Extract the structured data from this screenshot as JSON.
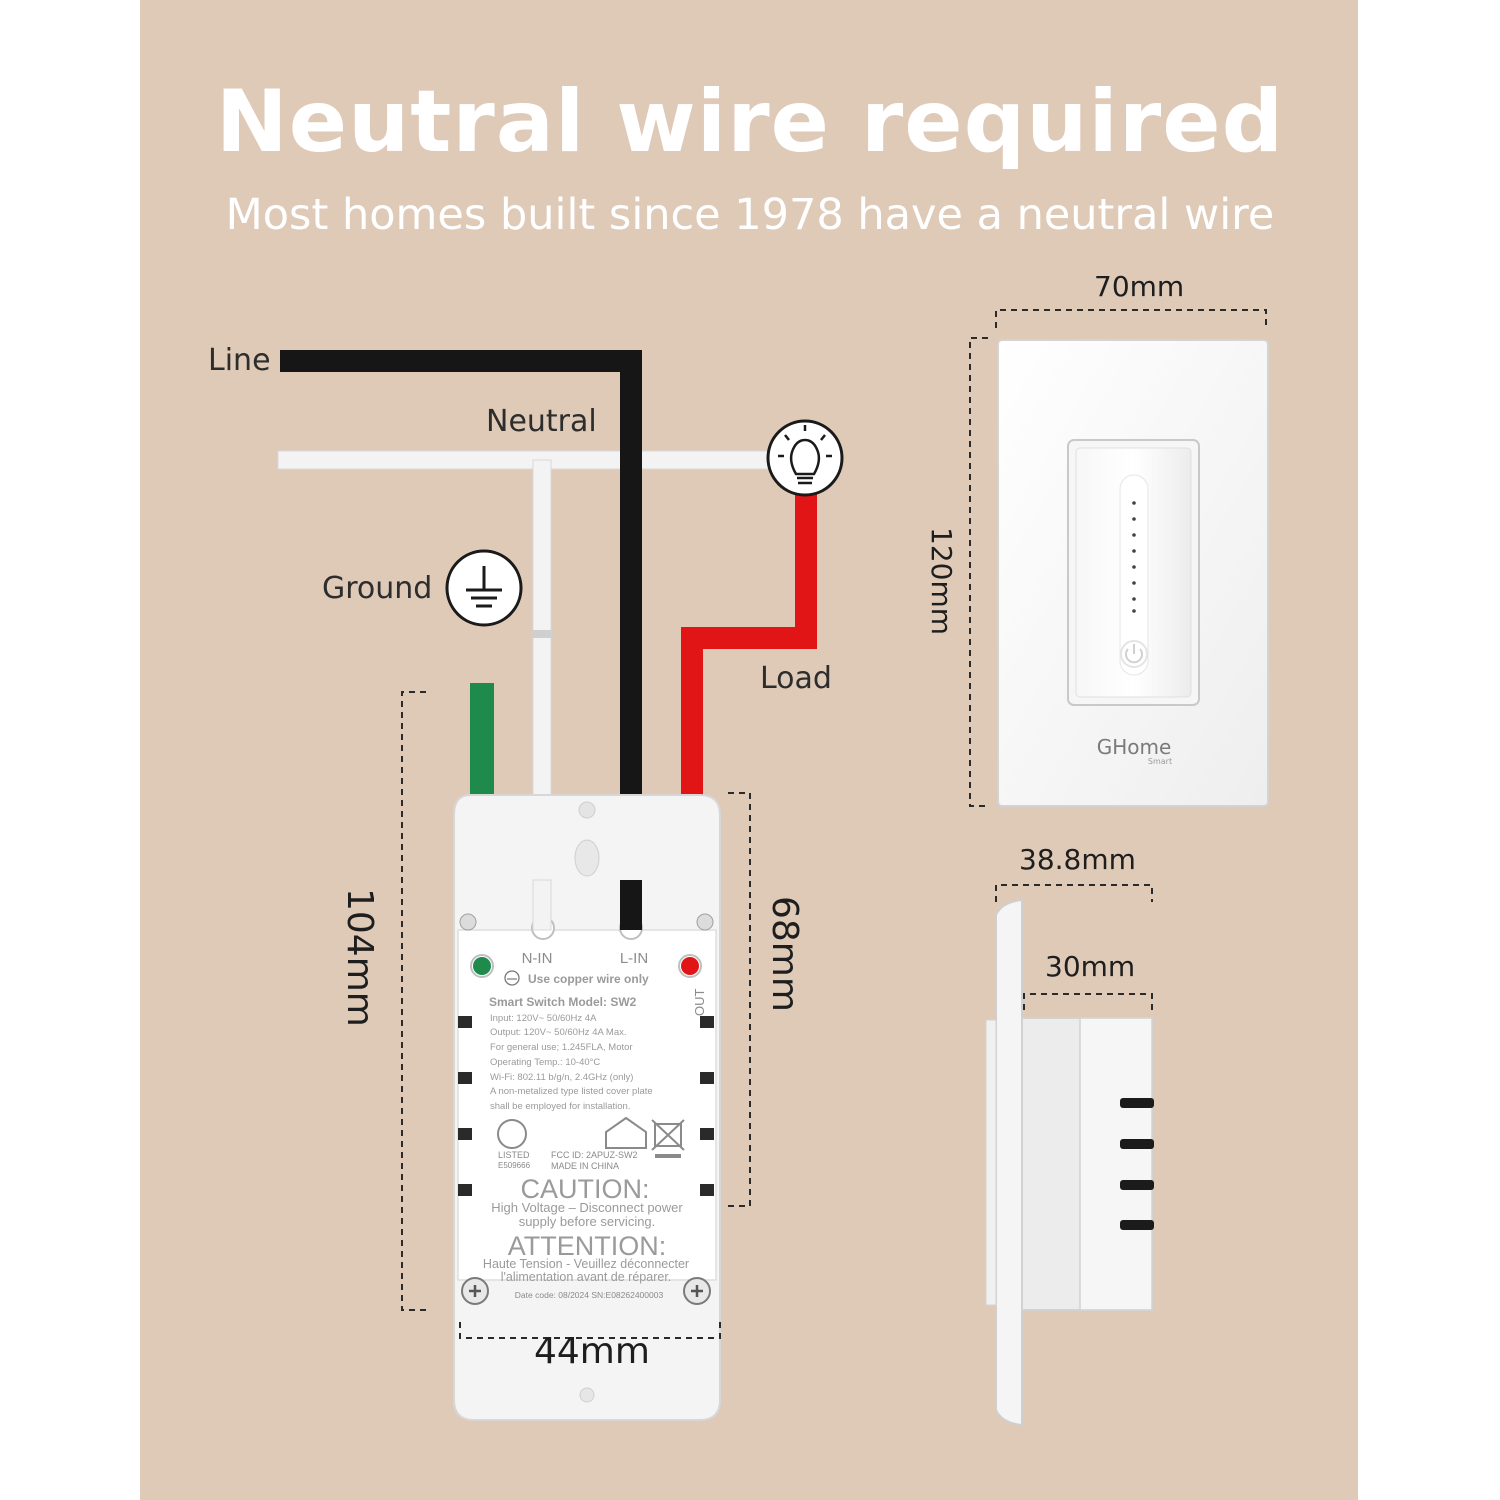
{
  "header": {
    "title": "Neutral wire required",
    "subtitle": "Most homes built since 1978 have a neutral wire"
  },
  "wires": {
    "line": "Line",
    "neutral": "Neutral",
    "ground": "Ground",
    "load": "Load"
  },
  "device_label": {
    "n_in": "N-IN",
    "l_in": "L-IN",
    "out": "OUT",
    "copper_note": "Use copper wire only",
    "model": "Smart Switch Model: SW2",
    "specs": [
      "Input: 120V~ 50/60Hz 4A",
      "Output: 120V~ 50/60Hz  4A Max.",
      "For general use; 1.245FLA, Motor",
      "Operating Temp.: 10-40°C",
      "Wi-Fi: 802.11 b/g/n, 2.4GHz (only)",
      "A non-metalized type listed cover plate",
      "shall be employed for installation."
    ],
    "ul_listed": "LISTED",
    "ul_number": "E509666",
    "fcc_id": "FCC ID: 2APUZ-SW2",
    "made_in": "MADE IN CHINA",
    "caution_title": "CAUTION:",
    "caution_text_1": "High Voltage – Disconnect power",
    "caution_text_2": "supply before servicing.",
    "attention_title": "ATTENTION:",
    "attention_text_1": "Haute Tension - Veuillez déconnecter",
    "attention_text_2": "l'alimentation avant de réparer.",
    "date_code": "Date code: 08/2024 SN:E08262400003"
  },
  "dimensions": {
    "body_height": "104mm",
    "body_width": "44mm",
    "body_depth": "68mm",
    "plate_width": "70mm",
    "plate_height": "120mm",
    "side_depth": "38.8mm",
    "side_body": "30mm"
  },
  "brand": {
    "name": "GHome",
    "sub": "Smart"
  },
  "colors": {
    "background": "#dfcab8",
    "line_wire": "#1a1a1a",
    "neutral_wire": "#f2f2f2",
    "ground_wire": "#1f8a4c",
    "load_wire": "#e01616"
  },
  "icons": [
    "ground-symbol-icon",
    "light-bulb-icon",
    "power-icon"
  ]
}
